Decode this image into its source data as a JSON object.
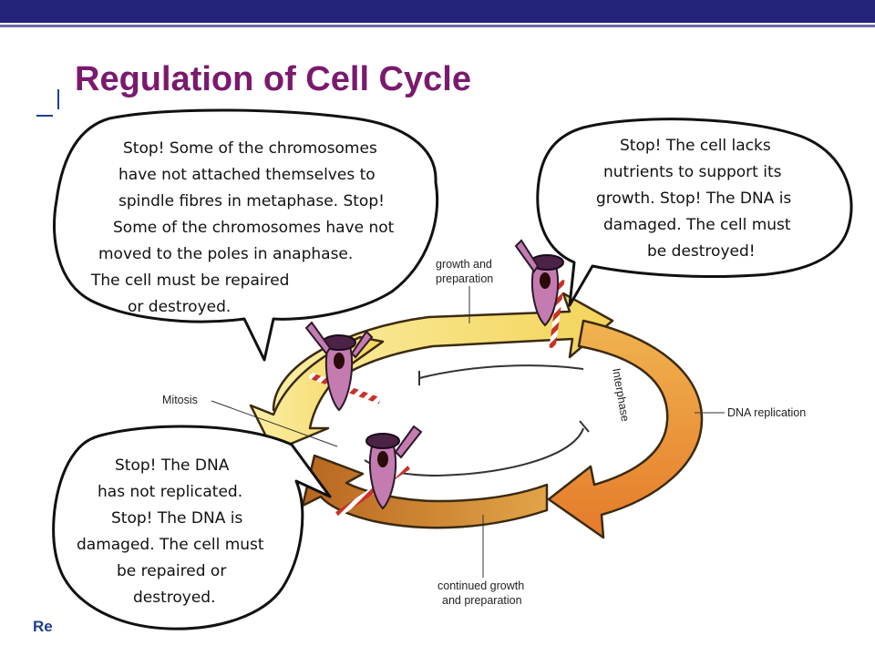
{
  "slide": {
    "title": "Regulation of Cell Cycle",
    "footer_fragment": "Re"
  },
  "colors": {
    "banner": "#23237a",
    "title": "#7a1a6e",
    "arrow_yellow": "#f7e27a",
    "arrow_orange": "#ec9a3a",
    "arrow_brown": "#c9722a"
  },
  "bubbles": {
    "top_left": {
      "lines": [
        "Stop! Some of the chromosomes",
        "have not attached themselves to",
        "spindle fibres in metaphase. Stop!",
        "Some of the chromosomes have not",
        "moved to the poles in anaphase.",
        "The cell must be repaired",
        "or destroyed."
      ]
    },
    "top_right": {
      "lines": [
        "Stop! The cell lacks",
        "nutrients to support its",
        "growth. Stop! The DNA is",
        "damaged. The cell must",
        "be destroyed!"
      ]
    },
    "bottom_left": {
      "lines": [
        "Stop! The DNA",
        "has not replicated.",
        "Stop! The DNA is",
        "damaged. The cell must",
        "be repaired or",
        "destroyed."
      ]
    }
  },
  "labels": {
    "growth_preparation": [
      "growth and",
      "preparation"
    ],
    "mitosis": "Mitosis",
    "interphase": "Interphase",
    "dna_replication": "DNA replication",
    "continued_growth": [
      "continued growth",
      "and preparation"
    ]
  },
  "icons": {
    "checkpoint_guard": "checkpoint-guard-icon",
    "barrier": "barrier-icon"
  }
}
